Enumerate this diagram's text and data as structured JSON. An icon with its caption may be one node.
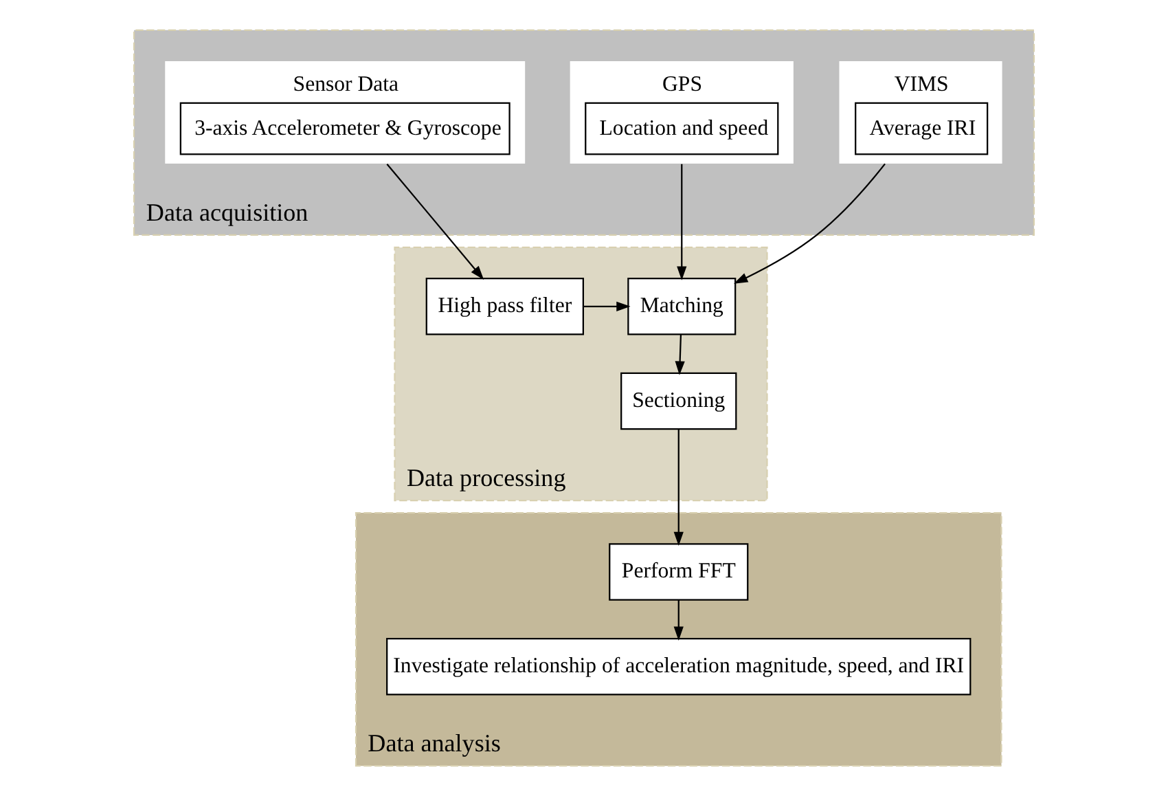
{
  "diagram": {
    "nodes": [
      {
        "text": [
          "Data acquisition"
        ]
      },
      {
        "text": [
          "Data processing"
        ]
      },
      {
        "text": [
          "Data analysis"
        ]
      },
      {
        "text": [
          "Sensor Data",
          "3-axis Accelerometer & Gyroscope"
        ],
        "in": 0
      },
      {
        "text": [
          "GPS",
          "Location and speed"
        ],
        "in": 0
      },
      {
        "text": [
          "VIMS",
          "Average IRI"
        ],
        "in": 0
      },
      {
        "text": [
          "High pass filter"
        ],
        "in": 1
      },
      {
        "text": [
          "Matching"
        ],
        "in": 1
      },
      {
        "text": [
          "Sectioning"
        ],
        "in": 1
      },
      {
        "text": [
          "Perform FFT"
        ],
        "in": 2
      },
      {
        "text": [
          "Investigate relationship of acceleration magnitude, speed, and IRI"
        ],
        "in": 2
      }
    ],
    "edges": [
      {
        "from": 3,
        "to": 6,
        "arrow": "to"
      },
      {
        "from": 4,
        "to": 7,
        "arrow": "to"
      },
      {
        "from": 5,
        "to": 7,
        "arrow": "to"
      },
      {
        "from": 6,
        "to": 7,
        "arrow": "to"
      },
      {
        "from": 7,
        "to": 8,
        "arrow": "to"
      },
      {
        "from": 8,
        "to": 9,
        "arrow": "to"
      },
      {
        "from": 9,
        "to": 10,
        "arrow": "to"
      }
    ]
  }
}
